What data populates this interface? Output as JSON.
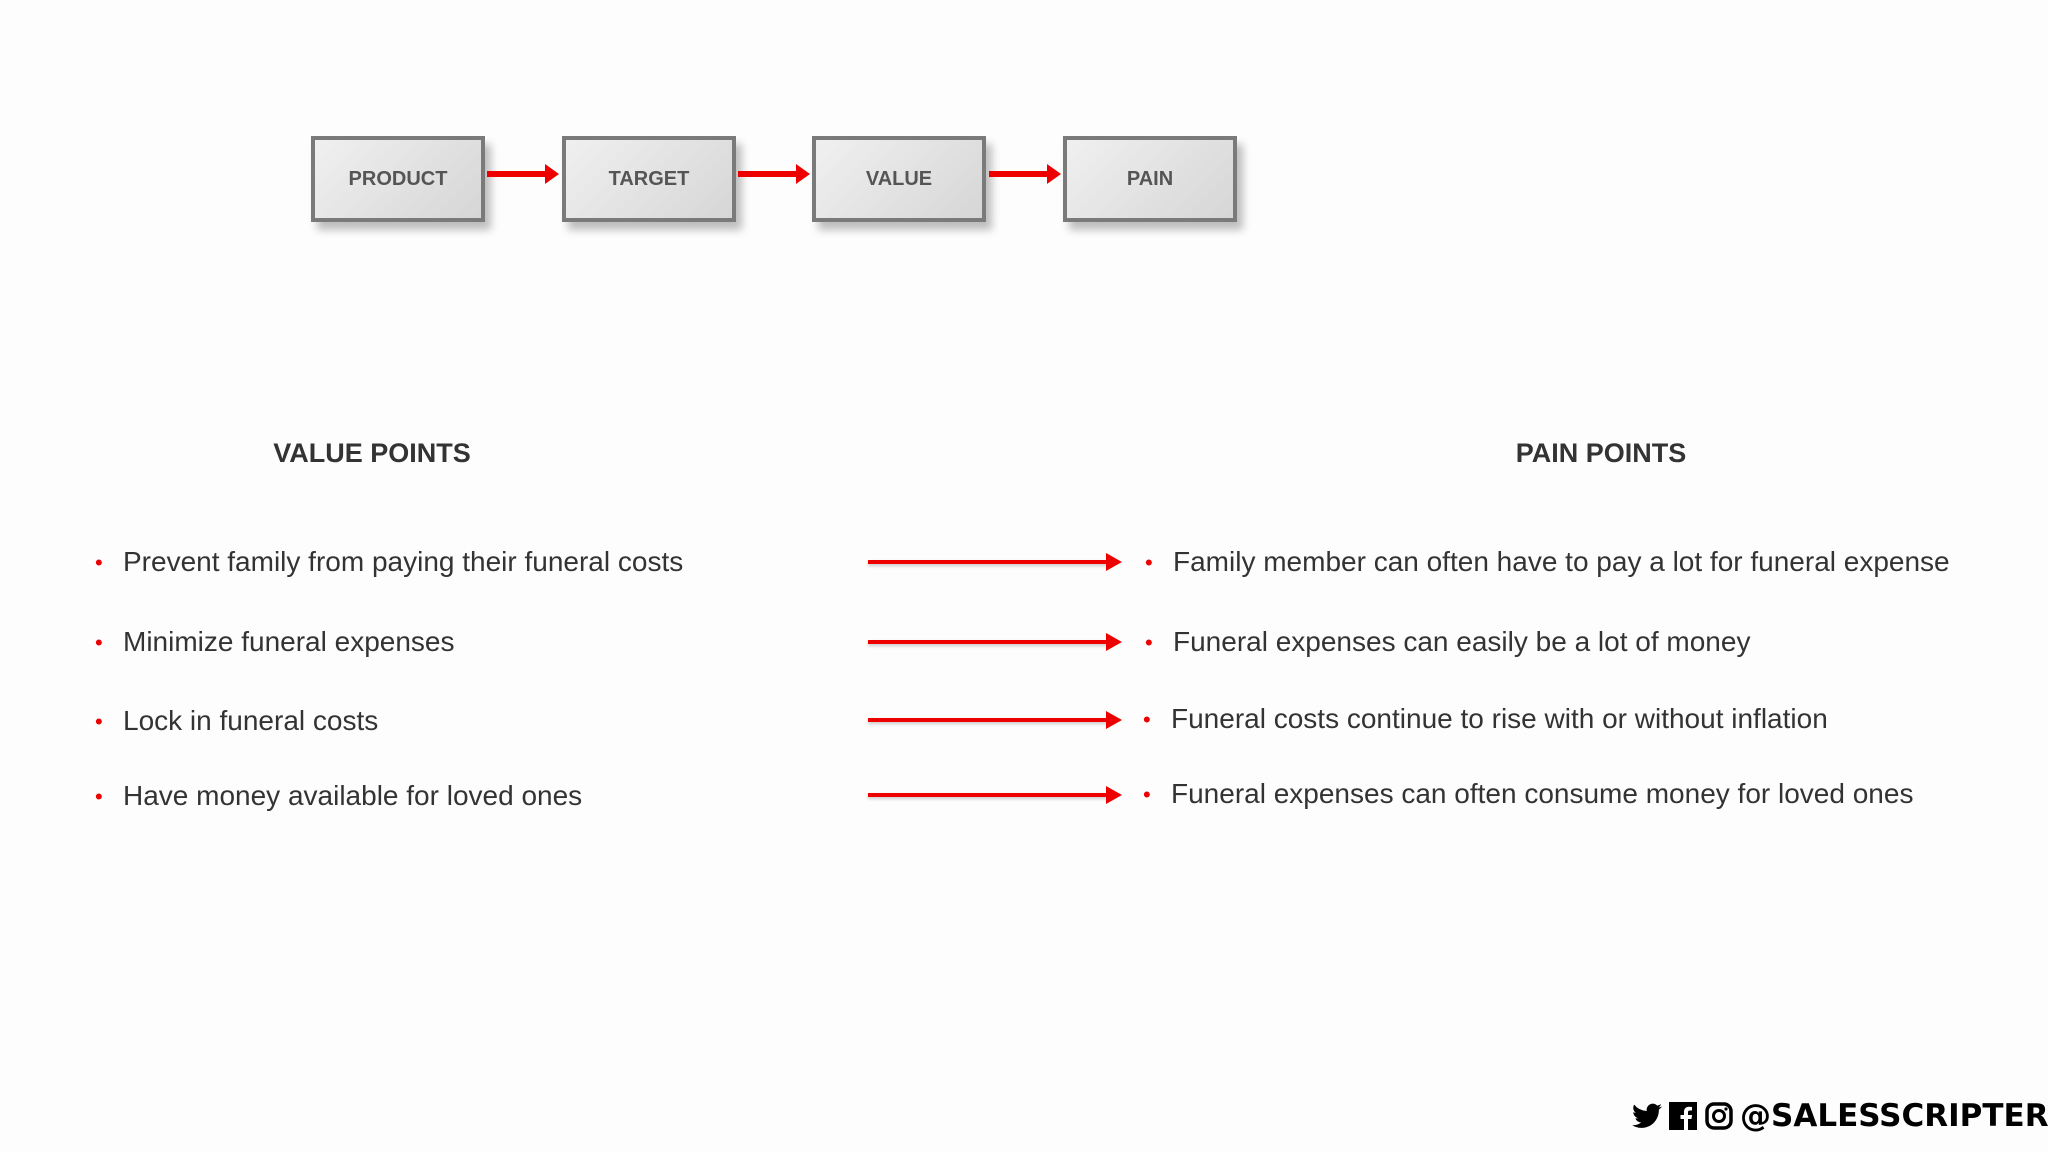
{
  "flow": [
    "PRODUCT",
    "TARGET",
    "VALUE",
    "PAIN"
  ],
  "value_heading": "VALUE POINTS",
  "pain_heading": "PAIN POINTS",
  "value_points": [
    "Prevent family from paying their funeral costs",
    "Minimize funeral expenses",
    "Lock in funeral costs",
    "Have money available for loved ones"
  ],
  "pain_points": [
    "Family member can often have to pay a lot for funeral expense",
    "Funeral expenses can easily be a lot of money",
    "Funeral costs continue to rise with or without inflation",
    "Funeral expenses can often consume money for loved ones"
  ],
  "bullet": "•",
  "social": {
    "handle": "@SALESSCRIPTER",
    "icons": [
      "twitter-icon",
      "facebook-icon",
      "instagram-icon"
    ]
  },
  "colors": {
    "accent": "#e00000"
  }
}
